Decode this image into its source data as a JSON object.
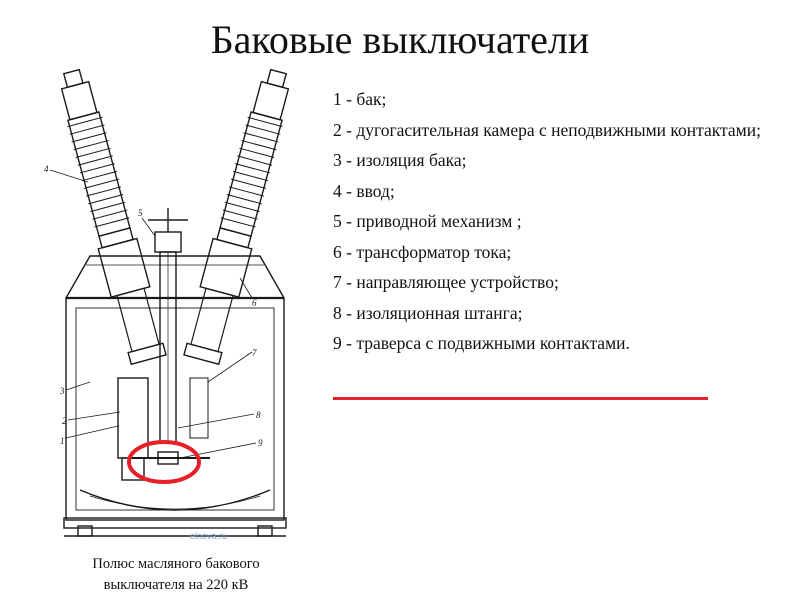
{
  "title": "Баковые выключатели",
  "legend": [
    "1 - бак;",
    "2 - дугогасительная камера с неподвижными контактами;",
    "3 - изоляция бака;",
    "4 - ввод;",
    "5 - приводной механизм ;",
    "6 - трансформатор тока;",
    "7 - направляющее устройство;",
    "8 - изоляционная штанга;",
    "9 - траверса с подвижными контактами."
  ],
  "caption_line1": "Полюс масляного бакового",
  "caption_line2": "выключателя на 220 кВ",
  "watermark": "elnova.ru",
  "drawing_labels": [
    "1",
    "2",
    "3",
    "4",
    "5",
    "6",
    "7",
    "8",
    "9"
  ],
  "colors": {
    "accent_red": "#e8202a",
    "line": "#1a1a1a"
  },
  "icons": {
    "drawing": "oil-tank-circuit-breaker-drawing",
    "highlight": "red-ellipse-highlight"
  }
}
